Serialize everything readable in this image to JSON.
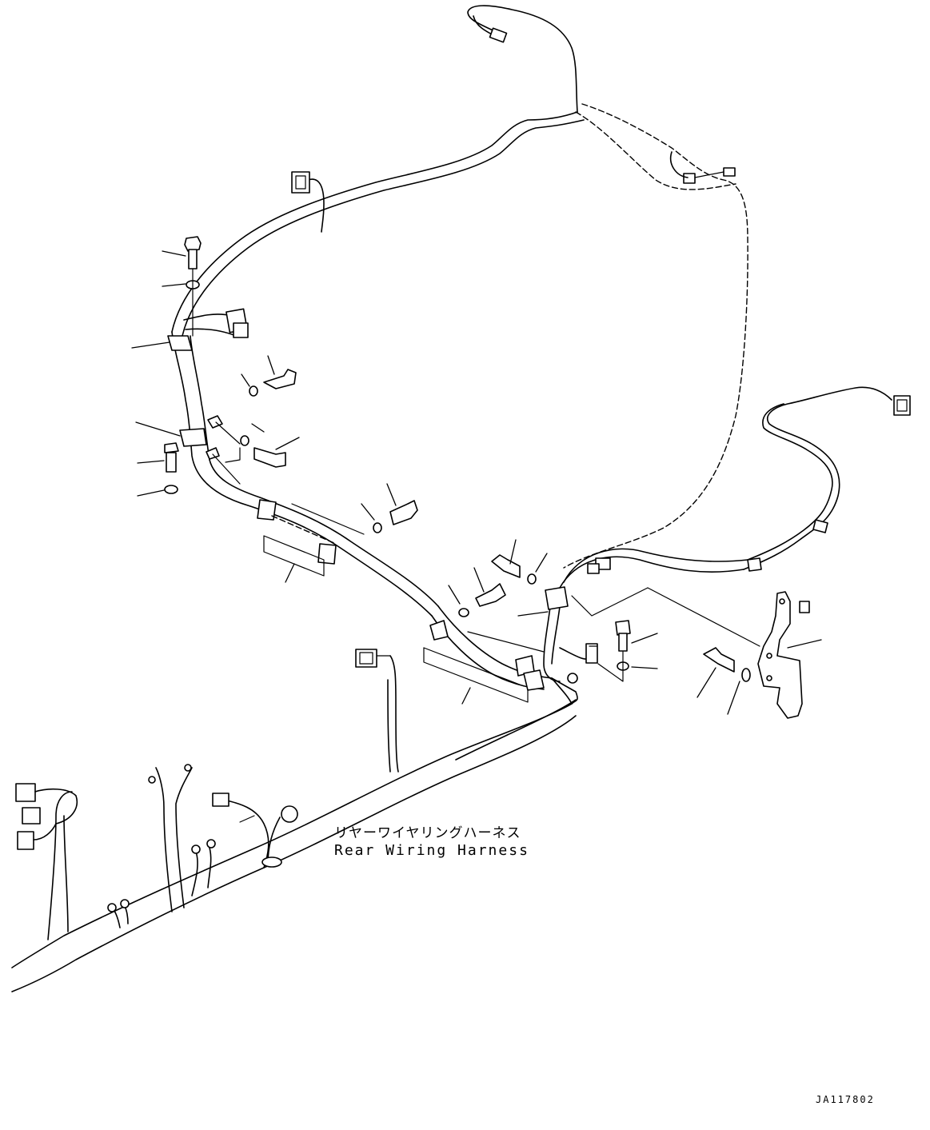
{
  "diagram": {
    "harness_label_jp": "リヤーワイヤリングハーネス",
    "harness_label_en": "Rear Wiring Harness",
    "drawing_code": "JA117802"
  }
}
